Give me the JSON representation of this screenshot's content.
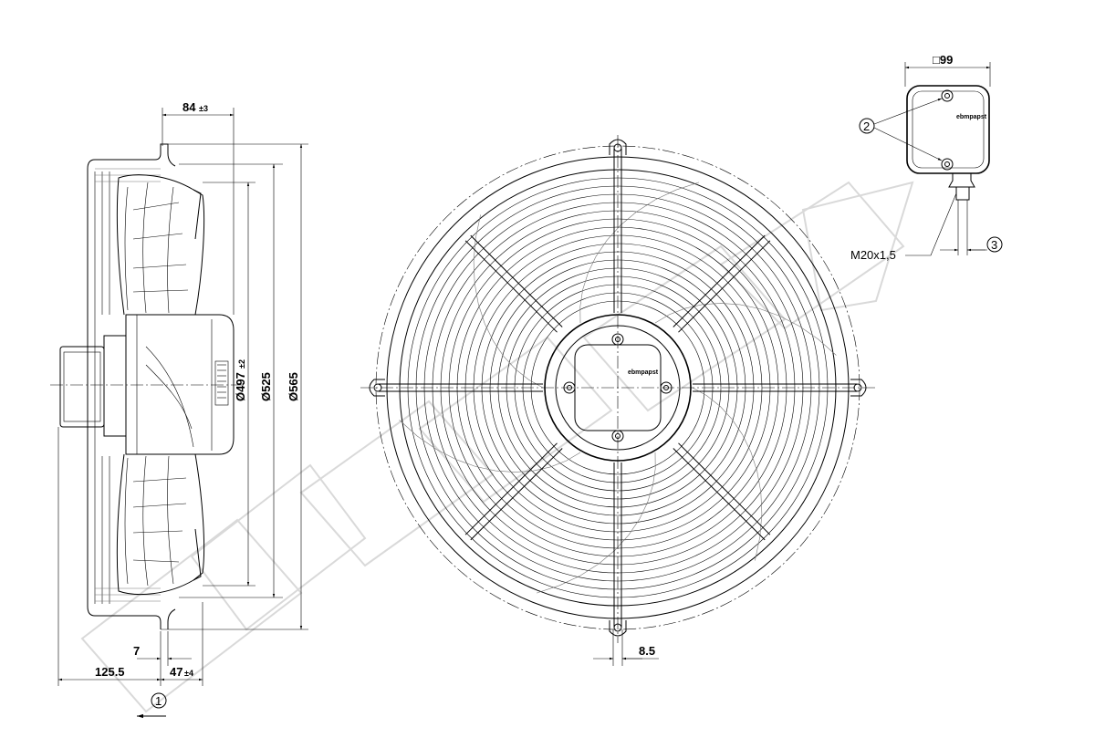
{
  "dimensions": {
    "depth": "84",
    "depth_tol": "±3",
    "d497": "Ø497",
    "d497_tol": "±2",
    "d525": "Ø525",
    "d565": "Ø565",
    "d7": "7",
    "d125": "125.5",
    "d47": "47",
    "d47_tol": "±4",
    "d85": "8.5",
    "box": "□99",
    "thread": "M20x1,5"
  },
  "callouts": {
    "airflow": "1",
    "screws": "2",
    "gland": "3"
  },
  "brand_mark": "ebmpapst"
}
